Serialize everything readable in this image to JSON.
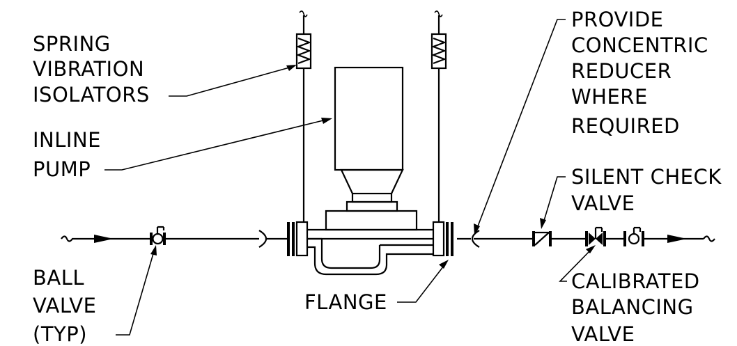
{
  "labels": {
    "spring_1": "SPRING",
    "spring_2": "VIBRATION",
    "spring_3": "ISOLATORS",
    "pump_1": "INLINE",
    "pump_2": "PUMP",
    "reducer_1": "PROVIDE",
    "reducer_2": "CONCENTRIC",
    "reducer_3": "REDUCER",
    "reducer_4": "WHERE",
    "reducer_5": "REQUIRED",
    "check_1": "SILENT CHECK",
    "check_2": "VALVE",
    "ball_1": "BALL",
    "ball_2": "VALVE",
    "ball_3": "(TYP)",
    "flange": "FLANGE",
    "balancing_1": "CALIBRATED",
    "balancing_2": "BALANCING",
    "balancing_3": "VALVE"
  }
}
